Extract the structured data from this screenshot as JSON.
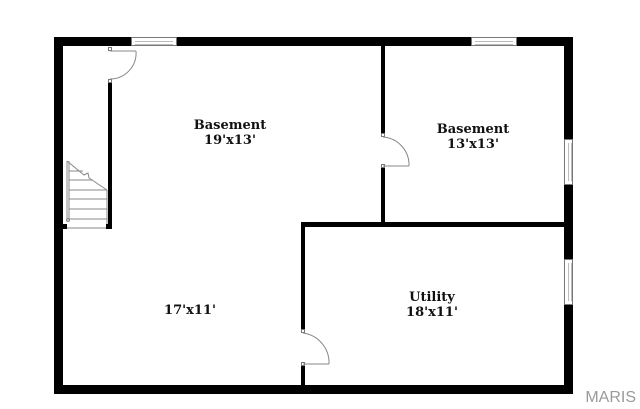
{
  "floorplan": {
    "rooms": [
      {
        "id": "basement-main",
        "name": "Basement",
        "dimensions": "19'x13'"
      },
      {
        "id": "basement-right",
        "name": "Basement",
        "dimensions": "13'x13'"
      },
      {
        "id": "lower-left",
        "name": "",
        "dimensions": "17'x11'"
      },
      {
        "id": "utility",
        "name": "Utility",
        "dimensions": "18'x11'"
      }
    ],
    "colors": {
      "wall": "#000000",
      "background": "#ffffff",
      "fixture_line": "#777777",
      "watermark": "#9a9a9a"
    }
  },
  "watermark": {
    "text": "MARIS"
  }
}
